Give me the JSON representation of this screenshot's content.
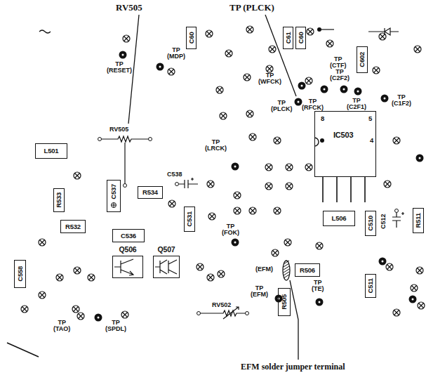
{
  "diagram": {
    "nodes": [
      {
        "text": [
          "C60"
        ]
      },
      {
        "text": [
          "C61"
        ]
      },
      {
        "text": [
          "C60"
        ]
      },
      {
        "text": [
          "C602"
        ]
      },
      {
        "text": [
          "8",
          "5",
          "IC503",
          "4"
        ]
      },
      {
        "text": [
          "L501"
        ]
      },
      {
        "text": [
          "R533"
        ]
      },
      {
        "text": [
          "C537"
        ]
      },
      {
        "text": [
          "R534"
        ]
      },
      {
        "text": [
          "C531"
        ]
      },
      {
        "text": [
          "R532"
        ]
      },
      {
        "text": [
          "L506"
        ]
      },
      {
        "text": [
          "C510"
        ]
      },
      {
        "text": [
          "R511"
        ]
      },
      {
        "text": [
          "C536"
        ]
      },
      {
        "text": [
          "Q506"
        ]
      },
      {
        "text": [
          "Q507"
        ]
      },
      {
        "text": [
          "R506"
        ]
      },
      {
        "text": [
          "C558"
        ]
      },
      {
        "text": [
          "C511"
        ]
      },
      {
        "text": [
          "R505"
        ]
      }
    ],
    "labels": [
      "RV505",
      "TP (PLCK)",
      "TP (RESET)",
      "TP (MDP)",
      "TP (CTF)",
      "TP (WFCK)",
      "TP (C2F2)",
      "TP (PLCK)",
      "TP (RFCK)",
      "TP (C2F1)",
      "TP (C1F2)",
      "RV505",
      "TP (LRCK)",
      "C538",
      "C512",
      "TP (FOK)",
      "(EFM)",
      "TP (EFM)",
      "TP (TE)",
      "RV502",
      "TP (TAO)",
      "TP (SPDL)",
      "EFM solder jumper terminal"
    ]
  }
}
